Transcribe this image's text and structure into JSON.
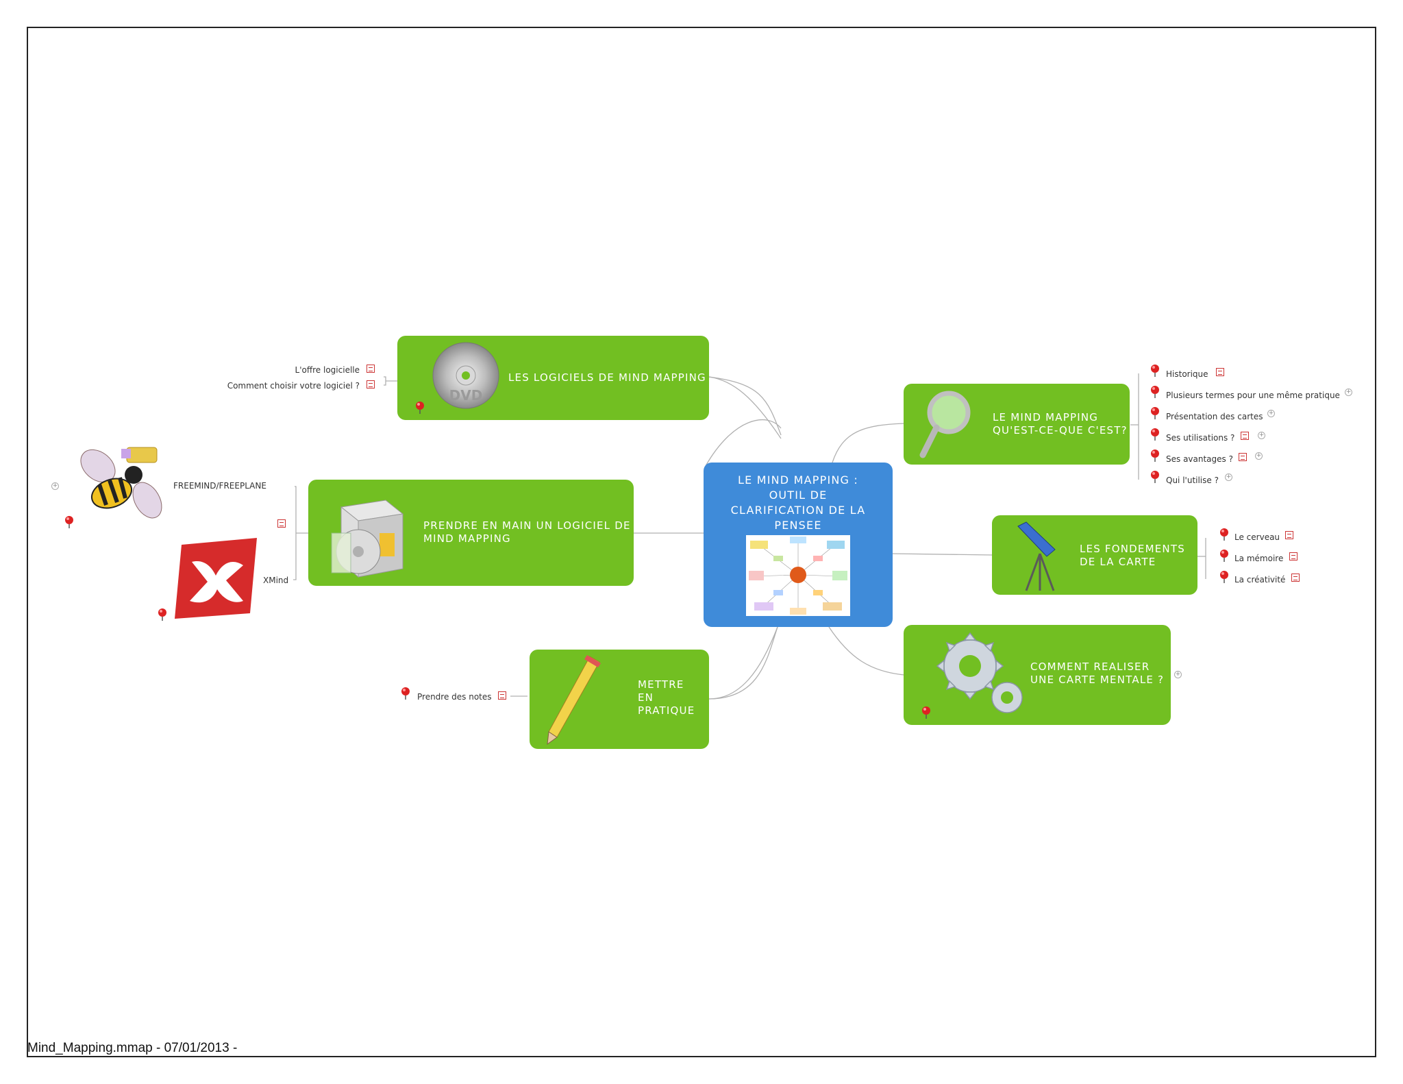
{
  "footer": "Mind_Mapping.mmap - 07/01/2013 -",
  "colors": {
    "main_topic": "#72bf22",
    "central_topic": "#3f8bd9",
    "connector": "#aaaaaa"
  },
  "central": {
    "label": "LE MIND MAPPING :\nOUTIL DE\nCLARIFICATION DE LA\nPENSEE",
    "icon": "mind-map-thumbnail"
  },
  "topics": {
    "logiciels": {
      "label": "LES LOGICIELS DE MIND MAPPING",
      "icon": "dvd-icon",
      "children": [
        "L'offre logicielle",
        "Comment choisir votre logiciel ?"
      ]
    },
    "prendre_en_main": {
      "label": "PRENDRE EN MAIN UN LOGICIEL DE\nMIND MAPPING",
      "icon": "software-box-icon",
      "children": [
        "FREEMIND/FREEPLANE",
        "XMind"
      ]
    },
    "pratique": {
      "label": "METTRE\nEN\nPRATIQUE",
      "icon": "pencil-icon",
      "children": [
        "Prendre des notes"
      ]
    },
    "quest_ce": {
      "label": "LE MIND MAPPING\nQU'EST-CE-QUE C'EST?",
      "icon": "magnifier-icon",
      "children": [
        "Historique",
        "Plusieurs termes pour une même pratique",
        "Présentation des cartes",
        "Ses utilisations ?",
        "Ses avantages ?",
        "Qui l'utilise ?"
      ]
    },
    "fondements": {
      "label": "LES FONDEMENTS\nDE LA CARTE",
      "icon": "telescope-icon",
      "children": [
        "Le cerveau",
        "La mémoire",
        "La créativité"
      ]
    },
    "comment": {
      "label": "COMMENT REALISER\nUNE CARTE MENTALE ?",
      "icon": "gears-icon",
      "children": []
    }
  }
}
